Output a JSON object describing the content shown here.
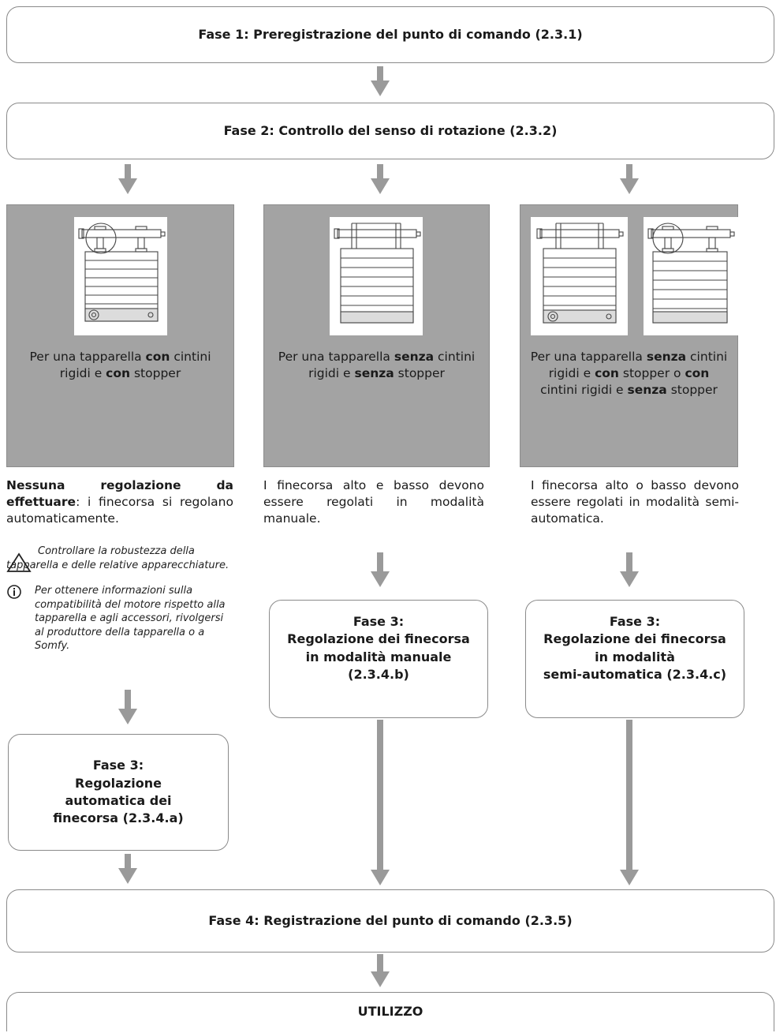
{
  "phase1": {
    "label": "Fase 1: Preregistrazione del punto di comando (2.3.1)"
  },
  "phase2": {
    "label": "Fase 2: Controllo del senso di rotazione (2.3.2)"
  },
  "columns": [
    {
      "caption_pre": "Per una tapparella ",
      "caption_b1": "con",
      "caption_mid": " cintini rigidi e ",
      "caption_b2": "con",
      "caption_post": " stopper",
      "desc_bold": "Nessuna regolazione da effettuare",
      "desc_rest": ": i finecorsa si regolano automaticamente.",
      "warning_note": "Controllare la robustezza della tapparella e delle relative apparecchiature.",
      "info_note": "Per ottenere informazioni sulla compatibilità del motore rispetto alla tapparella e agli accessori, rivolgersi al produttore della tapparella o a Somfy.",
      "phase3_title": "Fase 3:",
      "phase3_body": "Regolazione automatica dei finecorsa (2.3.4.a)"
    },
    {
      "caption_pre": "Per una tapparella ",
      "caption_b1": "senza",
      "caption_mid": " cintini rigidi e ",
      "caption_b2": "senza",
      "caption_post": " stopper",
      "desc": "I finecorsa alto e basso devono essere regolati in modalità manuale.",
      "phase3_title": "Fase 3:",
      "phase3_body": "Regolazione dei finecorsa in modalità manuale (2.3.4.b)"
    },
    {
      "caption_pre": "Per una tapparella ",
      "caption_b1": "senza",
      "caption_mid": " cintini rigidi e ",
      "caption_b2": "con",
      "caption_mid2": " stopper o ",
      "caption_b3": "con",
      "caption_mid3": " cintini rigidi e ",
      "caption_b4": "senza",
      "caption_post": " stopper",
      "desc": "I finecorsa alto o basso devono essere regolati in modalità semi-automatica.",
      "phase3_title": "Fase 3:",
      "phase3_line1": "Regolazione dei finecorsa",
      "phase3_line2": "in modalità",
      "phase3_line3": "semi-automatica (2.3.4.c)"
    }
  ],
  "phase4": {
    "label": "Fase 4: Registrazione del punto di comando (2.3.5)"
  },
  "final": {
    "label": "UTILIZZO"
  },
  "colors": {
    "arrow": "#9a9a9a",
    "panel": "#a3a3a3",
    "border": "#8a8a8a"
  },
  "icons": [
    "warning-triangle-icon",
    "info-icon",
    "roller-shutter-illustration"
  ]
}
